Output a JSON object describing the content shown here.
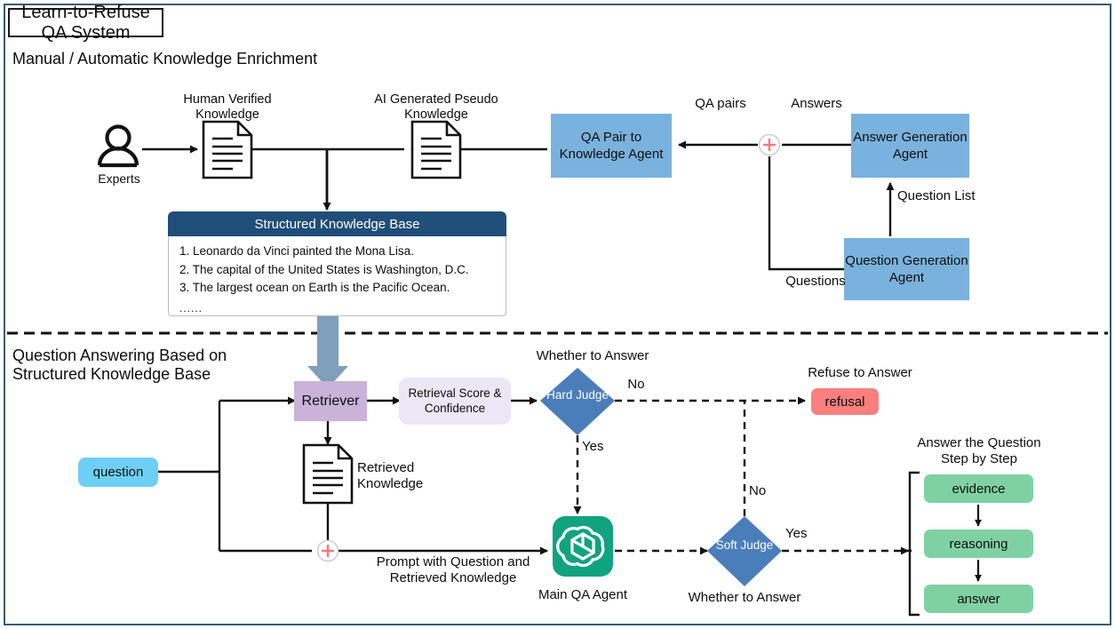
{
  "title": "Learn-to-Refuse QA System",
  "sections": {
    "top_title": "Manual / Automatic Knowledge Enrichment",
    "bottom_title": "Question Answering Based on\nStructured Knowledge Base"
  },
  "top": {
    "experts_label": "Experts",
    "human_knowledge_label": "Human Verified\nKnowledge",
    "ai_knowledge_label": "AI Generated Pseudo\nKnowledge",
    "qa_pair_agent": "QA Pair to\nKnowledge\nAgent",
    "answer_agent": "Answer\nGeneration\nAgent",
    "question_agent": "Question\nGeneration\nAgent",
    "edge_qa_pairs": "QA pairs",
    "edge_answers": "Answers",
    "edge_question_list": "Question List",
    "edge_questions": "Questions",
    "kb_header": "Structured Knowledge Base",
    "kb_items": [
      "1. Leonardo da Vinci painted the Mona Lisa.",
      "2. The capital of the United States is Washington, D.C.",
      "3. The largest ocean on Earth is the Pacific Ocean.",
      "......"
    ]
  },
  "bottom": {
    "question_box": "question",
    "retriever": "Retriever",
    "score_box": "Retrieval Score\n& Confidence",
    "retrieved_knowledge_label": "Retrieved\nKnowledge",
    "hard_judge": "Hard\nJudge",
    "soft_judge": "Soft\nJudge",
    "hard_judge_caption": "Whether to Answer",
    "soft_judge_caption": "Whether to Answer",
    "hard_no": "No",
    "hard_yes": "Yes",
    "soft_no": "No",
    "soft_yes": "Yes",
    "refuse_caption": "Refuse to Answer",
    "refusal": "refusal",
    "prompt_label": "Prompt with Question and\nRetrieved Knowledge",
    "main_agent_label": "Main QA Agent",
    "answer_caption": "Answer the Question\nStep by Step",
    "steps": [
      "evidence",
      "reasoning",
      "answer"
    ]
  },
  "colors": {
    "blue_box": "#79b2dd",
    "kb_header": "#1f4e79",
    "retriever": "#c9b3d9",
    "score_box": "#ece7f4",
    "question": "#6ecff5",
    "refusal": "#fa7f7f",
    "green_step": "#7fd1a3",
    "judge_diamond": "#4a7ebb",
    "gpt_green": "#10a37f",
    "thick_arrow": "#7f9fba",
    "plus_red": "#f4777f"
  }
}
